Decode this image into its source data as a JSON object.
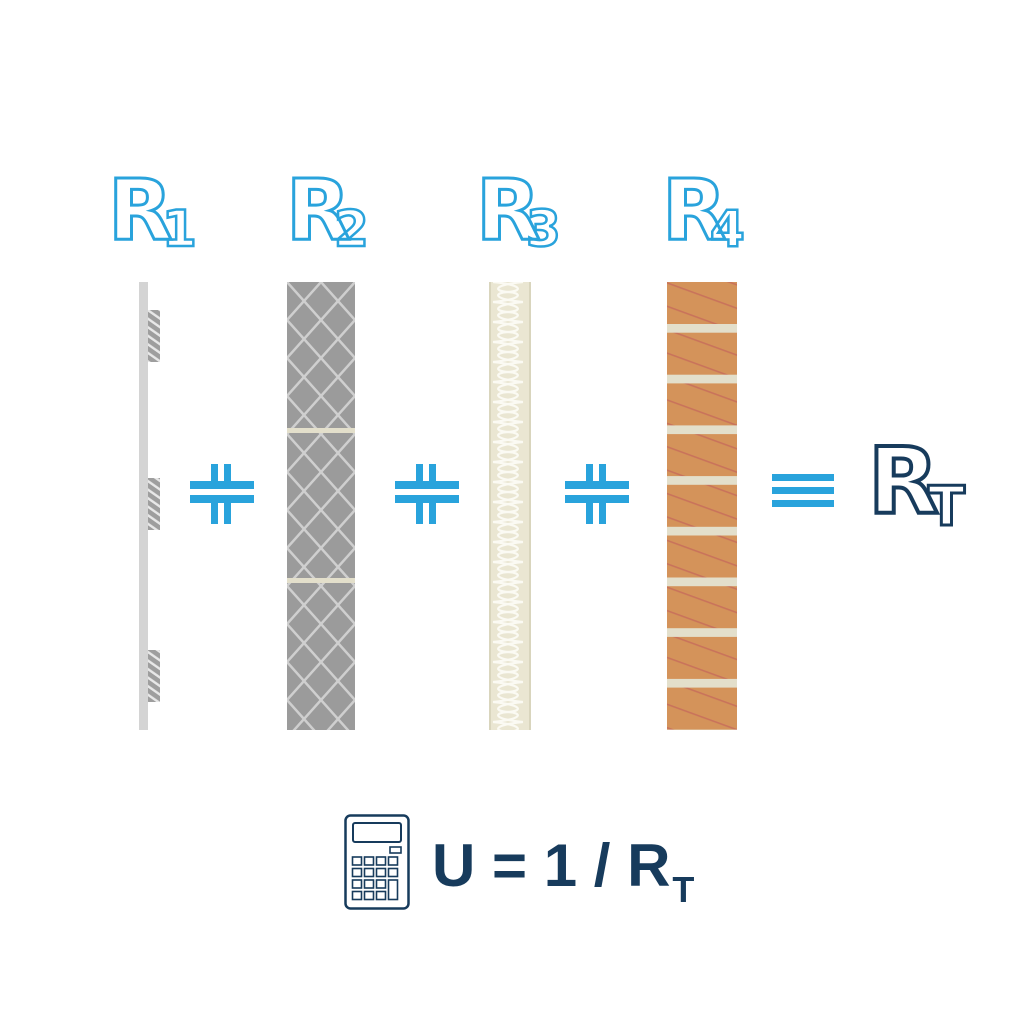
{
  "labels": [
    {
      "letter": "R",
      "sub": "1"
    },
    {
      "letter": "R",
      "sub": "2"
    },
    {
      "letter": "R",
      "sub": "3"
    },
    {
      "letter": "R",
      "sub": "4"
    }
  ],
  "total": {
    "letter": "R",
    "sub": "T"
  },
  "formula": {
    "text": "U = 1 / R",
    "sub": "T"
  },
  "colors": {
    "accent": "#29a3dc",
    "navy": "#173b5c",
    "plaster": "#d4d4d4",
    "concrete": "#9b9b9b",
    "insulation": "#eae6d2",
    "brick": "#d4935a",
    "mortar": "#e3dfcb"
  },
  "icons": [
    "calculator-icon"
  ]
}
